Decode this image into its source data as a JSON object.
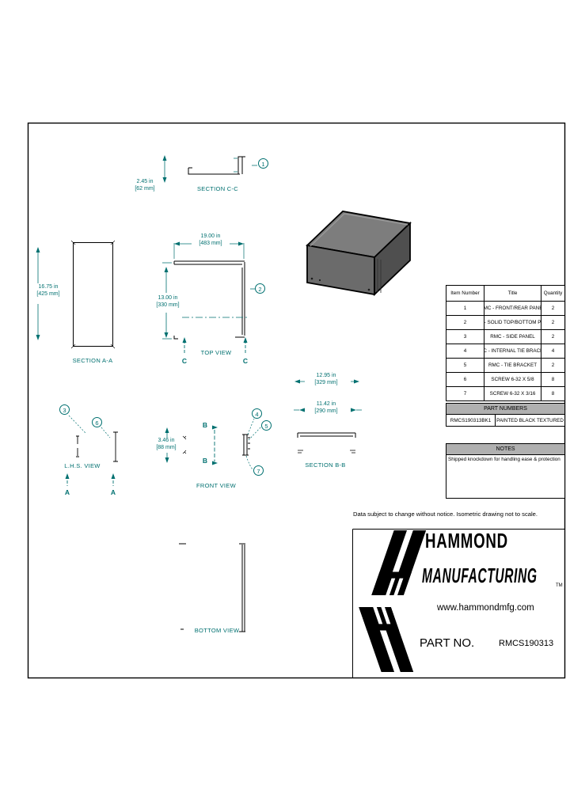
{
  "sheet": {
    "disclaimer": "Data subject to change without notice. Isometric drawing not to scale.",
    "brand_line1": "HAMMOND",
    "brand_line2": "MANUFACTURING",
    "trademark": "TM",
    "website": "www.hammondmfg.com",
    "part_no_label": "PART NO.",
    "part_no_value": "RMCS190313"
  },
  "colors": {
    "dimension_teal": "#007070",
    "line_black": "#000000",
    "table_header_gray": "#b0b0b0",
    "box_top_gray": "#7d7d7d",
    "box_front_gray": "#6b6b6b",
    "box_side_gray": "#4f4f4f"
  },
  "parts_table": {
    "headers": [
      "Item Number",
      "Title",
      "Quantity"
    ],
    "rows": [
      {
        "item": "1",
        "title": "RMC - FRONT/REAR PANEL",
        "qty": "2"
      },
      {
        "item": "2",
        "title": "RMC - SOLID TOP/BOTTOM PANEL",
        "qty": "2"
      },
      {
        "item": "3",
        "title": "RMC - SIDE PANEL",
        "qty": "2"
      },
      {
        "item": "4",
        "title": "RMC - INTERNAL TIE BRACKET",
        "qty": "4"
      },
      {
        "item": "5",
        "title": "RMC - TIE BRACKET",
        "qty": "2"
      },
      {
        "item": "6",
        "title": "SCREW 6-32 X 5/8",
        "qty": "8"
      },
      {
        "item": "7",
        "title": "SCREW 6-32 X 3/16",
        "qty": "8"
      }
    ]
  },
  "part_numbers": {
    "header": "PART NUMBERS",
    "number": "RMCS190313BK1",
    "finish": "PAINTED BLACK TEXTURED"
  },
  "notes": {
    "header": "NOTES",
    "text": "Shipped knockdown for handling ease & protection"
  },
  "views": {
    "section_cc": {
      "label": "SECTION C-C"
    },
    "section_aa": {
      "label": "SECTION A-A"
    },
    "top": {
      "label": "TOP VIEW"
    },
    "lhs": {
      "label": "L.H.S. VIEW"
    },
    "front": {
      "label": "FRONT VIEW"
    },
    "section_bb": {
      "label": "SECTION B-B"
    },
    "bottom": {
      "label": "BOTTOM VIEW"
    }
  },
  "dimensions": {
    "cc_height_in": "2.45 in",
    "cc_height_mm": "[62 mm]",
    "aa_length_in": "16.75 in",
    "aa_length_mm": "[425 mm]",
    "top_width_in": "19.00 in",
    "top_width_mm": "[483 mm]",
    "top_depth_in": "13.00 in",
    "top_depth_mm": "[330 mm]",
    "front_height_in": "3.46 in",
    "front_height_mm": "[88 mm]",
    "bb_outer_in": "12.95 in",
    "bb_outer_mm": "[329 mm]",
    "bb_inner_in": "11.42 in",
    "bb_inner_mm": "[290 mm]"
  },
  "balloons": {
    "b1": "1",
    "b2": "2",
    "b3": "3",
    "b4": "4",
    "b5": "5",
    "b6": "6",
    "b7": "7"
  },
  "section_cuts": {
    "c": "C",
    "a": "A",
    "b": "B"
  }
}
